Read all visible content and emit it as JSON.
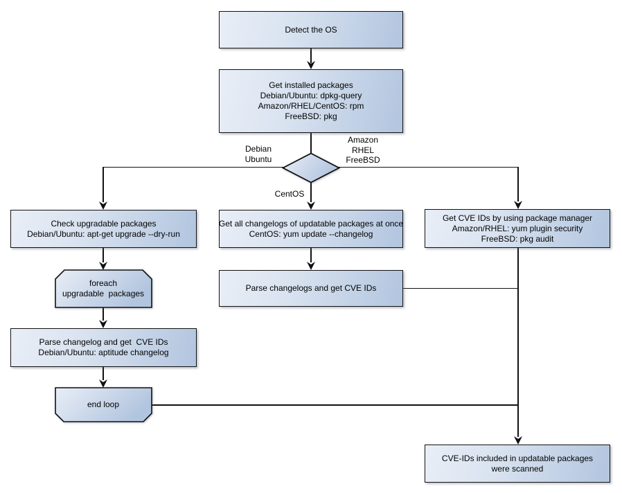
{
  "colors": {
    "background": "#ffffff",
    "node_fill_light": "#e9eef7",
    "node_fill_dark": "#b2c5df",
    "node_border": "#111111",
    "edge_line": "#111111",
    "text": "#000000"
  },
  "nodes": {
    "detect_os": {
      "lines": [
        "Detect the OS"
      ]
    },
    "get_installed_packages": {
      "lines": [
        "Get installed packages",
        "Debian/Ubuntu: dpkg-query",
        "Amazon/RHEL/CentOS: rpm",
        "FreeBSD: pkg"
      ]
    },
    "check_upgradable_packages": {
      "lines": [
        "Check upgradable packages",
        "Debian/Ubuntu: apt-get upgrade --dry-run"
      ]
    },
    "get_all_changelogs": {
      "lines": [
        "Get all changelogs of updatable packages at once",
        "CentOS: yum update --changelog"
      ]
    },
    "get_cve_ids_package_manager": {
      "lines": [
        "Get CVE IDs by using package manager",
        "Amazon/RHEL: yum plugin security",
        "FreeBSD: pkg audit"
      ]
    },
    "foreach_upgradable_packages": {
      "lines": [
        "foreach",
        "upgradable  packages"
      ]
    },
    "parse_changelogs_get_cve_ids": {
      "lines": [
        "Parse changelogs and get CVE IDs"
      ]
    },
    "parse_changelog_get_cve_ids": {
      "lines": [
        "Parse changelog and get  CVE IDs",
        "Debian/Ubuntu: aptitude changelog"
      ]
    },
    "end_loop": {
      "lines": [
        "end loop"
      ]
    },
    "cve_ids_scanned": {
      "lines": [
        "CVE-IDs included in updatable packages",
        "were scanned"
      ]
    }
  },
  "edge_labels": {
    "debian_ubuntu": {
      "lines": [
        "Debian",
        "Ubuntu"
      ]
    },
    "amazon_rhel_freebsd": {
      "lines": [
        "Amazon",
        "RHEL",
        "FreeBSD"
      ]
    },
    "centos": {
      "lines": [
        "CentOS"
      ]
    }
  }
}
